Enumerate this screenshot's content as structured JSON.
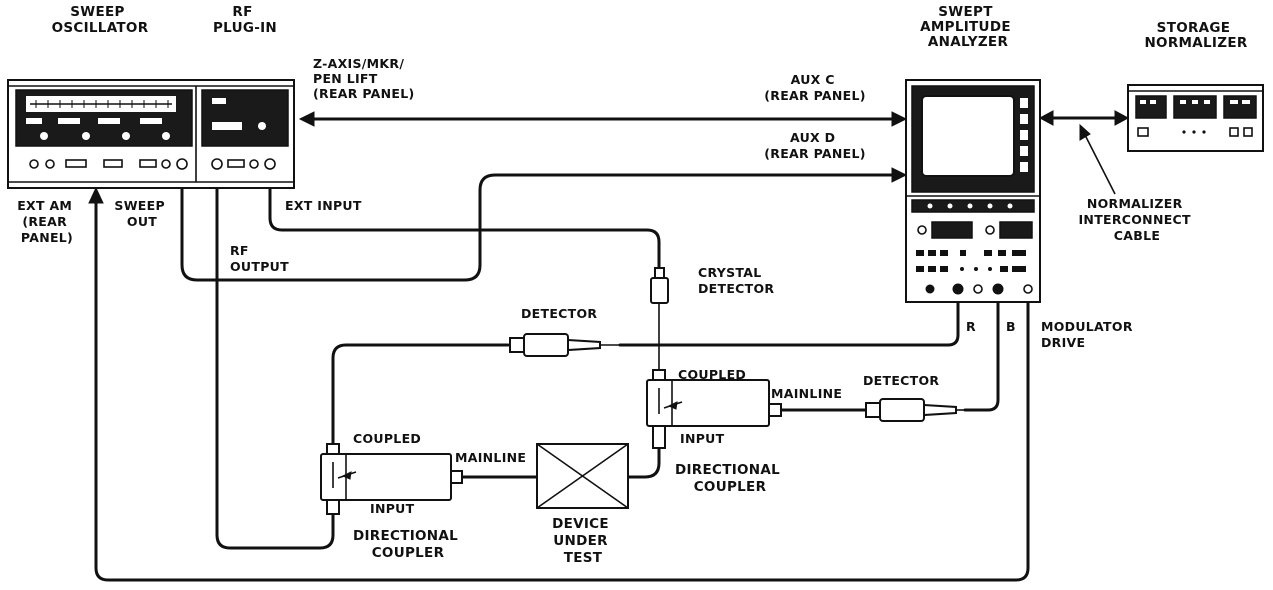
{
  "instruments": {
    "sweep_oscillator": [
      "SWEEP",
      "OSCILLATOR"
    ],
    "rf_plugin": [
      "RF",
      "PLUG-IN"
    ],
    "analyzer": [
      "SWEPT",
      "AMPLITUDE",
      "ANALYZER"
    ],
    "normalizer": [
      "STORAGE",
      "NORMALIZER"
    ]
  },
  "connections": {
    "z_axis": [
      "Z-AXIS/MKR/",
      "PEN LIFT",
      "(REAR PANEL)"
    ],
    "aux_c": [
      "AUX C",
      "(REAR PANEL)"
    ],
    "aux_d": [
      "AUX D",
      "(REAR PANEL)"
    ],
    "normalizer_cable": [
      "NORMALIZER",
      "INTERCONNECT",
      "CABLE"
    ],
    "ext_am": [
      "EXT AM",
      "(REAR",
      "PANEL)"
    ],
    "sweep_out": [
      "SWEEP",
      "OUT"
    ],
    "ext_input": "EXT INPUT",
    "rf_output": [
      "RF",
      "OUTPUT"
    ],
    "crystal_detector": [
      "CRYSTAL",
      "DETECTOR"
    ],
    "detector_r": "DETECTOR",
    "detector_b": "DETECTOR",
    "port_r": "R",
    "port_b": "B",
    "modulator_drive": [
      "MODULATOR",
      "DRIVE"
    ]
  },
  "couplers": {
    "left": {
      "coupled": "COUPLED",
      "mainline": "MAINLINE",
      "input": "INPUT",
      "name": [
        "DIRECTIONAL",
        "COUPLER"
      ]
    },
    "right": {
      "coupled": "COUPLED",
      "mainline": "MAINLINE",
      "input": "INPUT",
      "name": [
        "DIRECTIONAL",
        "COUPLER"
      ]
    }
  },
  "dut": [
    "DEVICE",
    "UNDER",
    "TEST"
  ]
}
